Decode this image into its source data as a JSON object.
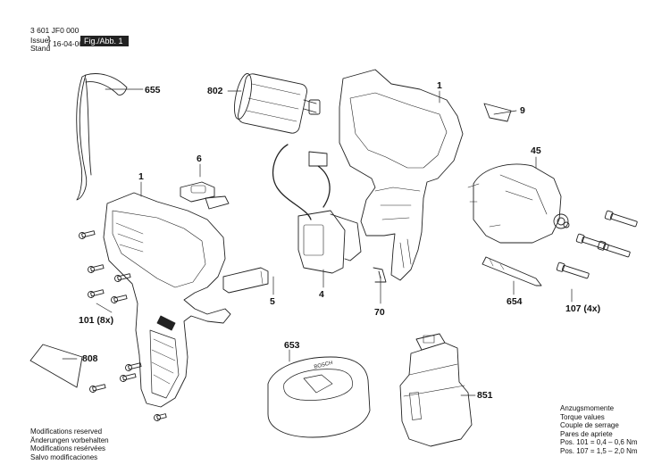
{
  "header": {
    "part_number": "3 601 JF0 000",
    "issue_label": "Issue",
    "stand_label": "Stand",
    "date": "16-04-06",
    "figure": "Fig./Abb. 1"
  },
  "callouts": [
    "655",
    "802",
    "1",
    "9",
    "6",
    "45",
    "1",
    "4",
    "5",
    "101 (8x)",
    "70",
    "654",
    "107 (4x)",
    "808",
    "653",
    "851"
  ],
  "modifications": [
    "Modifications reserved",
    "Änderungen vorbehalten",
    "Modifications resérvées",
    "Salvo modificaciones"
  ],
  "torque": {
    "lines": [
      "Anzugsmomente",
      "Torque values",
      "Couple de serrage",
      "Pares de apriete"
    ],
    "pos101_label": "Pos.  101",
    "pos101_value": "= 0,4 – 0,6 Nm",
    "pos107_label": "Pos.  107",
    "pos107_value": "= 1,5 – 2,0 Nm"
  },
  "brand_on_charger": "BOSCH"
}
